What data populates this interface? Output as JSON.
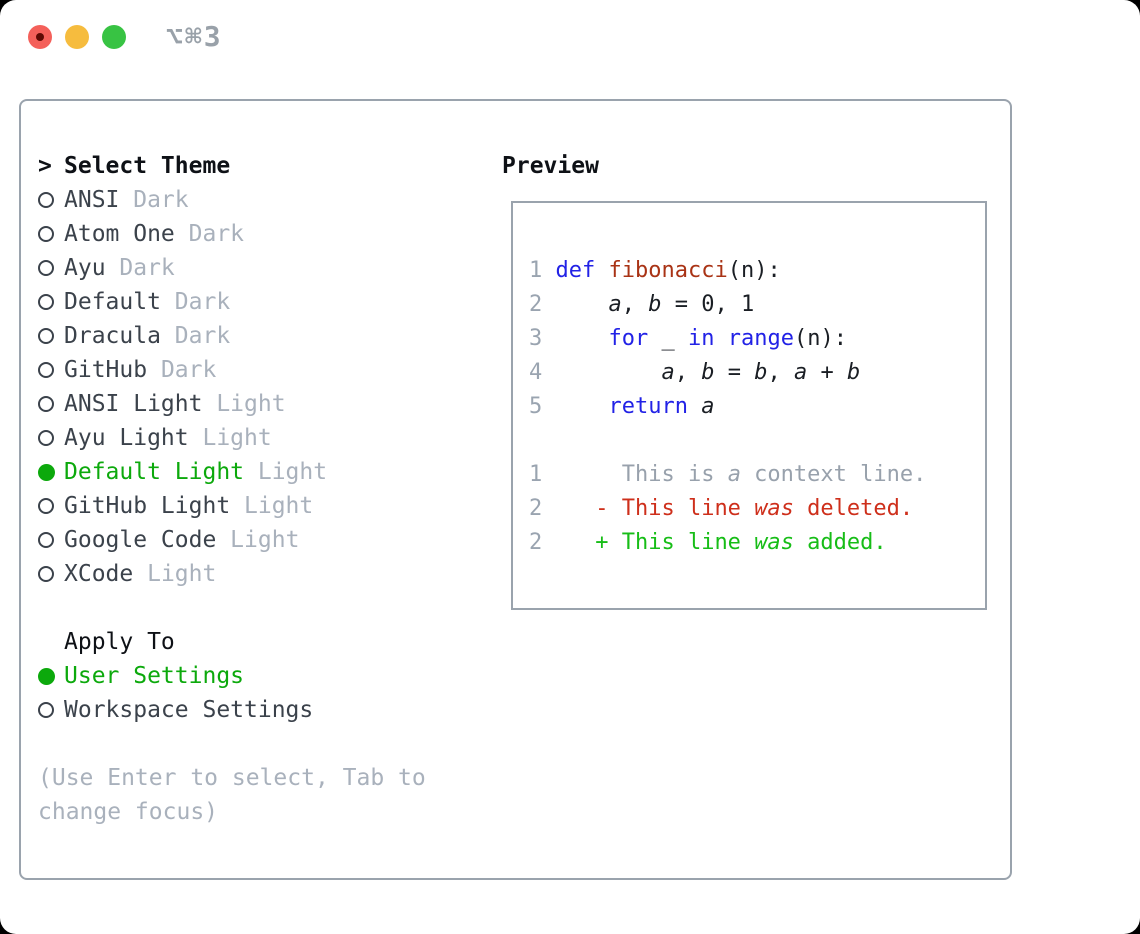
{
  "window": {
    "shortcut": "⌥⌘3"
  },
  "colors": {
    "accent_green": "#0CA90C",
    "added_green": "#17BD17",
    "deleted_red": "#CE2F1B",
    "keyword_blue": "#2222E6",
    "function_red": "#A93315",
    "context_gray": "#98A1AC",
    "muted_gray": "#A9B1BC",
    "muted_dark": "#99A1A9",
    "line_number_gray": "#9AA4B0",
    "text_dark": "#3B424B",
    "header_black": "#0E1116",
    "border_gray": "#9AA3AD",
    "code_plain": "#1A1E24",
    "traffic_red": "#F4605A",
    "traffic_dot": "#5E0A04",
    "traffic_yellow": "#F6BC3E",
    "traffic_green": "#38C343"
  },
  "theme_section": {
    "cursor": ">",
    "title": "Select Theme",
    "items": [
      {
        "name": "ANSI",
        "variant": "Dark",
        "selected": false
      },
      {
        "name": "Atom One",
        "variant": "Dark",
        "selected": false
      },
      {
        "name": "Ayu",
        "variant": "Dark",
        "selected": false
      },
      {
        "name": "Default",
        "variant": "Dark",
        "selected": false
      },
      {
        "name": "Dracula",
        "variant": "Dark",
        "selected": false
      },
      {
        "name": "GitHub",
        "variant": "Dark",
        "selected": false
      },
      {
        "name": "ANSI Light",
        "variant": "Light",
        "selected": false
      },
      {
        "name": "Ayu Light",
        "variant": "Light",
        "selected": false
      },
      {
        "name": "Default Light",
        "variant": "Light",
        "selected": true
      },
      {
        "name": "GitHub Light",
        "variant": "Light",
        "selected": false
      },
      {
        "name": "Google Code",
        "variant": "Light",
        "selected": false
      },
      {
        "name": "XCode",
        "variant": "Light",
        "selected": false
      }
    ]
  },
  "apply_section": {
    "title": "Apply To",
    "items": [
      {
        "name": "User Settings",
        "selected": true
      },
      {
        "name": "Workspace Settings",
        "selected": false
      }
    ]
  },
  "hint_lines": [
    "(Use Enter to select, Tab to",
    "change focus)"
  ],
  "preview": {
    "title": "Preview",
    "code_lines": [
      {
        "num": "1",
        "tokens": [
          {
            "t": "def",
            "s": "kw"
          },
          {
            "t": " ",
            "s": "p"
          },
          {
            "t": "fibonacci",
            "s": "fn"
          },
          {
            "t": "(n):",
            "s": "p"
          }
        ]
      },
      {
        "num": "2",
        "tokens": [
          {
            "t": "    ",
            "s": "p"
          },
          {
            "t": "a",
            "s": "v"
          },
          {
            "t": ", ",
            "s": "p"
          },
          {
            "t": "b",
            "s": "v"
          },
          {
            "t": " = 0, 1",
            "s": "p"
          }
        ]
      },
      {
        "num": "3",
        "tokens": [
          {
            "t": "    ",
            "s": "p"
          },
          {
            "t": "for",
            "s": "kw"
          },
          {
            "t": " _ ",
            "s": "p"
          },
          {
            "t": "in",
            "s": "kw"
          },
          {
            "t": " ",
            "s": "p"
          },
          {
            "t": "range",
            "s": "kw"
          },
          {
            "t": "(n):",
            "s": "p"
          }
        ]
      },
      {
        "num": "4",
        "tokens": [
          {
            "t": "        ",
            "s": "p"
          },
          {
            "t": "a",
            "s": "v"
          },
          {
            "t": ", ",
            "s": "p"
          },
          {
            "t": "b",
            "s": "v"
          },
          {
            "t": " = ",
            "s": "p"
          },
          {
            "t": "b",
            "s": "v"
          },
          {
            "t": ", ",
            "s": "p"
          },
          {
            "t": "a",
            "s": "v"
          },
          {
            "t": " + ",
            "s": "p"
          },
          {
            "t": "b",
            "s": "v"
          }
        ]
      },
      {
        "num": "5",
        "tokens": [
          {
            "t": "    ",
            "s": "p"
          },
          {
            "t": "return",
            "s": "kw"
          },
          {
            "t": " ",
            "s": "p"
          },
          {
            "t": "a",
            "s": "v"
          }
        ]
      },
      {
        "num": "",
        "tokens": []
      },
      {
        "num": "1",
        "tokens": [
          {
            "t": "     This is ",
            "s": "ctx"
          },
          {
            "t": "a",
            "s": "ctx-i"
          },
          {
            "t": " context line.",
            "s": "ctx"
          }
        ]
      },
      {
        "num": "2",
        "tokens": [
          {
            "t": "   - This line ",
            "s": "del"
          },
          {
            "t": "was",
            "s": "del-i"
          },
          {
            "t": " deleted.",
            "s": "del"
          }
        ]
      },
      {
        "num": "2",
        "tokens": [
          {
            "t": "   + This line ",
            "s": "add"
          },
          {
            "t": "was",
            "s": "add-i"
          },
          {
            "t": " added.",
            "s": "add"
          }
        ]
      }
    ]
  }
}
